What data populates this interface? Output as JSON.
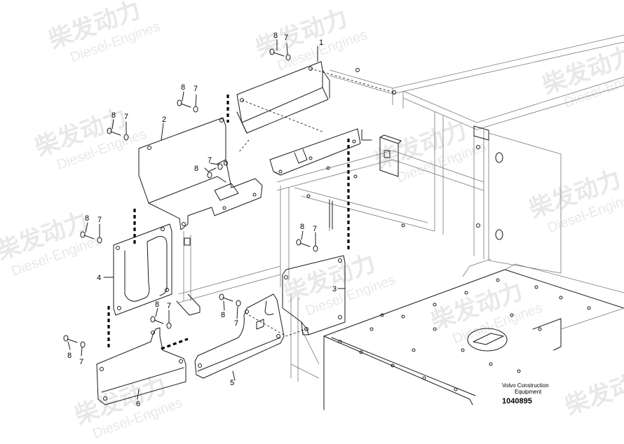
{
  "watermark": {
    "chinese": "柴发动力",
    "english": "Diesel-Engines"
  },
  "callouts": [
    "1",
    "2",
    "3",
    "4",
    "5",
    "6",
    "7",
    "8"
  ],
  "caption": {
    "line1": "Volvo Construction",
    "line2": "Equipment",
    "document_number": "1040895"
  }
}
